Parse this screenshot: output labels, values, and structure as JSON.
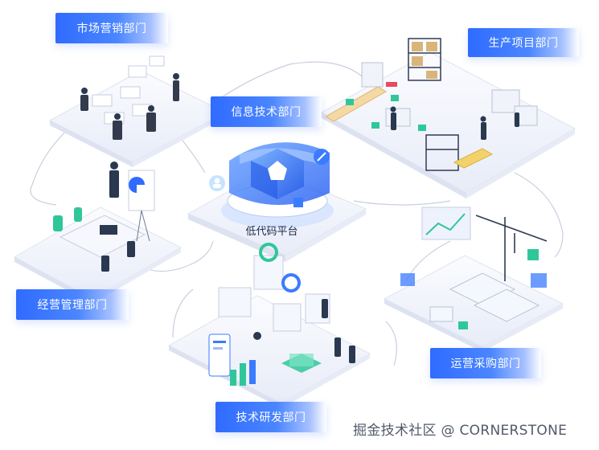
{
  "departments": {
    "marketing": "市场营销部门",
    "production": "生产项目部门",
    "it": "信息技术部门",
    "management": "经营管理部门",
    "procurement": "运营采购部门",
    "rnd": "技术研发部门"
  },
  "platform": {
    "label": "低代码平台"
  },
  "watermark": "掘金技术社区 @ CORNERSTONE",
  "colors": {
    "accent": "#2f6bff",
    "platform_blue": "#3b7bff",
    "teal": "#2fc79a",
    "platform_base": "#eef1fb"
  },
  "icons": [
    "code-icon",
    "user-icon",
    "edit-icon",
    "crane-icon",
    "document-icon"
  ]
}
